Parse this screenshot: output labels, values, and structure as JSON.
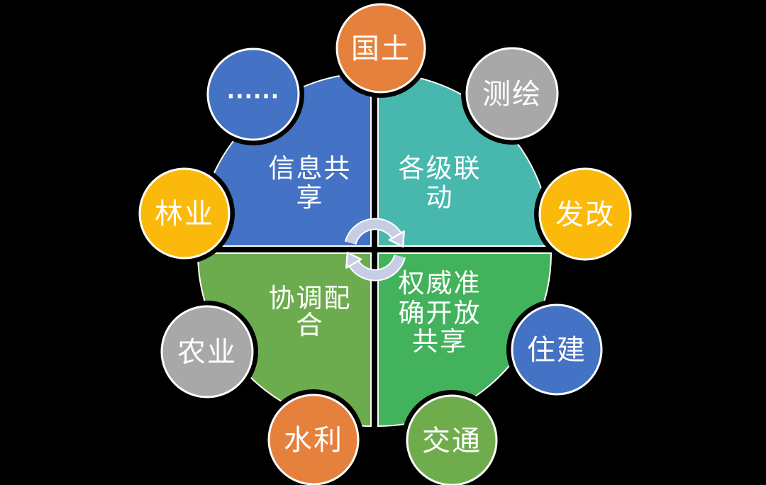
{
  "diagram": {
    "type": "cycle-quadrant-diagram",
    "background": "#000000",
    "text_color": "#FFFFFF",
    "center_arrows": {
      "icon": "rotation-clockwise-arrows",
      "direction": "clockwise",
      "color": "#C8CDE6"
    },
    "quadrants": [
      {
        "id": "info-sharing",
        "position": "top-left",
        "label": "信息共享",
        "lines": [
          "信息共",
          "享"
        ],
        "color": "#4472C4"
      },
      {
        "id": "multi-level-linkage",
        "position": "top-right",
        "label": "各级联动",
        "lines": [
          "各级联",
          "动"
        ],
        "color": "#48B8AF"
      },
      {
        "id": "coordination",
        "position": "bottom-left",
        "label": "协调配合",
        "lines": [
          "协调配",
          "合"
        ],
        "color": "#6CAB4E"
      },
      {
        "id": "authoritative-accurate-open-sharing",
        "position": "bottom-right",
        "label": "权威准确开放共享",
        "lines": [
          "权威准",
          "确开放",
          "共享"
        ],
        "color": "#43B25C"
      }
    ],
    "satellites": [
      {
        "id": "guotu",
        "label": "国土",
        "color": "#E5813C",
        "position": "top"
      },
      {
        "id": "cehui",
        "label": "测绘",
        "color": "#A8A8A8",
        "position": "top-right"
      },
      {
        "id": "fagai",
        "label": "发改",
        "color": "#FBBA0B",
        "position": "right"
      },
      {
        "id": "zhujian",
        "label": "住建",
        "color": "#4472C4",
        "position": "bottom-right"
      },
      {
        "id": "jiaotong",
        "label": "交通",
        "color": "#6FAD4C",
        "position": "bottom"
      },
      {
        "id": "shuili",
        "label": "水利",
        "color": "#E5813C",
        "position": "bottom-left"
      },
      {
        "id": "nongye",
        "label": "农业",
        "color": "#A8A8A8",
        "position": "left-bottom"
      },
      {
        "id": "linye",
        "label": "林业",
        "color": "#FBBA0B",
        "position": "left"
      },
      {
        "id": "ellipsis",
        "label": "······",
        "color": "#4472C4",
        "position": "top-left"
      }
    ]
  }
}
